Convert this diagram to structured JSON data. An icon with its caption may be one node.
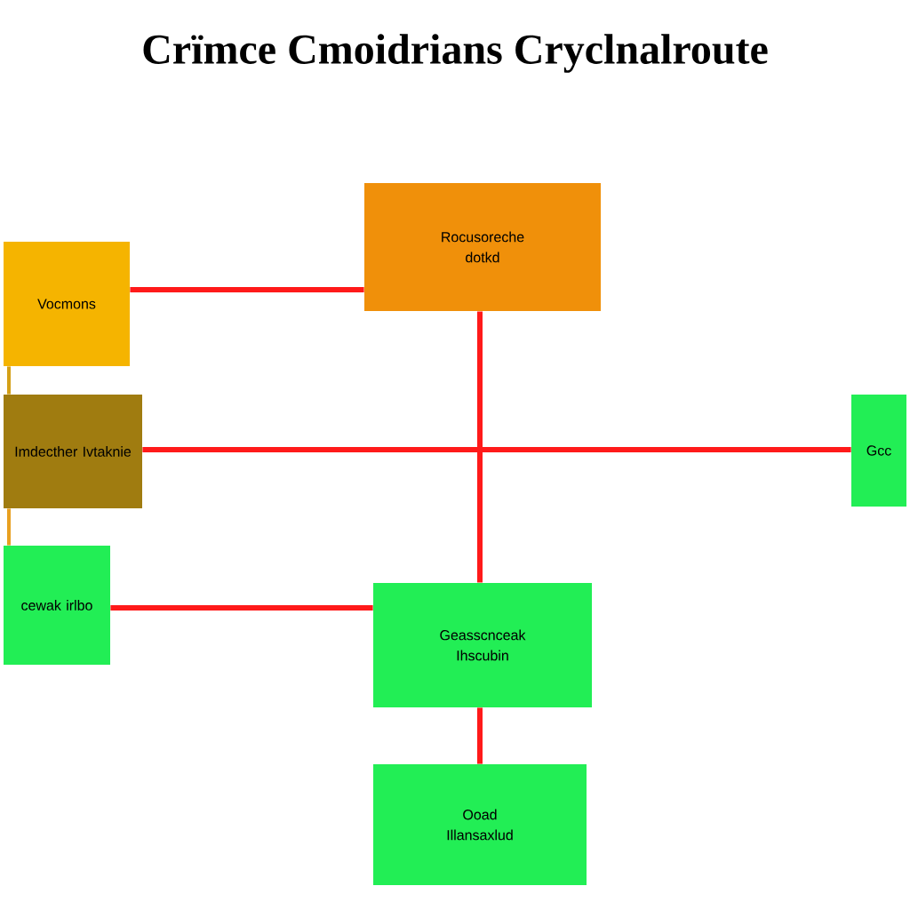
{
  "diagram": {
    "title": "Crïmce Cmoidrians Cryclnalroute",
    "nodes": [
      {
        "text": [
          "Rocusoreche",
          "dotkd"
        ]
      },
      {
        "text": [
          "Vocmons"
        ]
      },
      {
        "text": [
          "Imdecther Ivtaknie"
        ]
      },
      {
        "text": [
          "Gcc"
        ]
      },
      {
        "text": [
          "cewak irlbo"
        ]
      },
      {
        "text": [
          "Geasscnceak",
          "Ihscubin"
        ]
      },
      {
        "text": [
          "Ooad",
          "Illansaxlud"
        ]
      }
    ],
    "edges": [
      {
        "from": 1,
        "to": 0,
        "arrow": "none"
      },
      {
        "from": 0,
        "to": 5,
        "arrow": "none"
      },
      {
        "from": 2,
        "to": 3,
        "arrow": "none"
      },
      {
        "from": 4,
        "to": 5,
        "arrow": "none"
      },
      {
        "from": 5,
        "to": 6,
        "arrow": "none"
      },
      {
        "from": 1,
        "to": 2,
        "arrow": "none",
        "color": "#d4a017"
      },
      {
        "from": 2,
        "to": 4,
        "arrow": "none",
        "color": "#e8a020"
      }
    ]
  }
}
